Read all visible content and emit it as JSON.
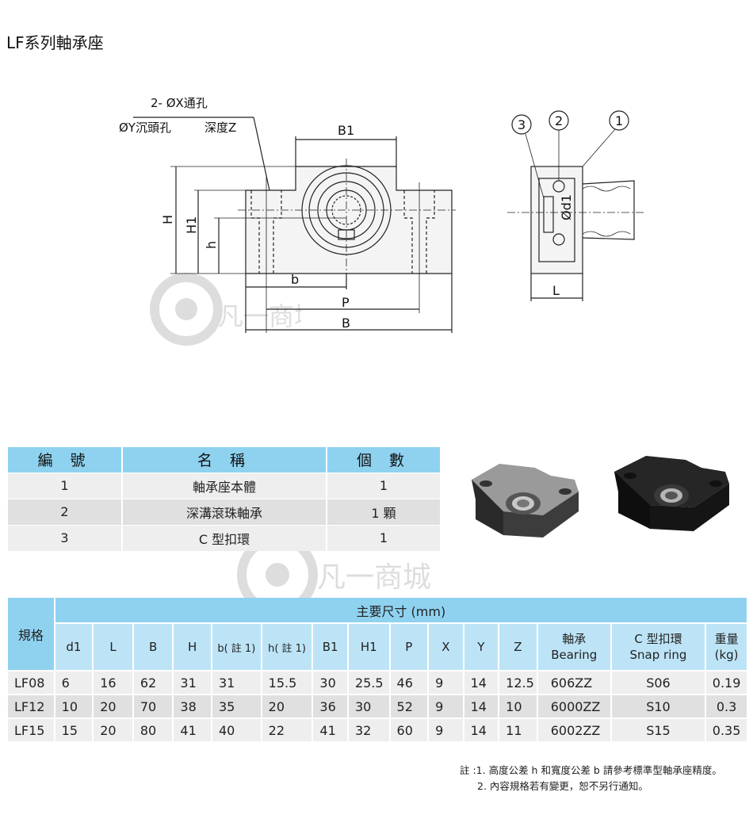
{
  "title": "LF系列軸承座",
  "drawing": {
    "note_line1": "2- ØX通孔",
    "note_line2a": "ØY沉頭孔",
    "note_line2b": "深度Z",
    "labels": {
      "B1": "B1",
      "H": "H",
      "H1": "H1",
      "h": "h",
      "b": "b",
      "P": "P",
      "B": "B",
      "d1": "Ød1",
      "L": "L",
      "c1": "1",
      "c2": "2",
      "c3": "3"
    }
  },
  "parts": {
    "headers": [
      "編 號",
      "名 稱",
      "個 數"
    ],
    "rows": [
      {
        "no": "1",
        "name": "軸承座本體",
        "qty": "1"
      },
      {
        "no": "2",
        "name": "深溝滾珠軸承",
        "qty": "1 顆"
      },
      {
        "no": "3",
        "name": "C 型扣環",
        "qty": "1"
      }
    ]
  },
  "dimensions": {
    "spec_header": "規格",
    "main_header": "主要尺寸 (mm)",
    "columns": [
      "d1",
      "L",
      "B",
      "H",
      "b( 註 1)",
      "h( 註 1)",
      "B1",
      "H1",
      "P",
      "X",
      "Y",
      "Z"
    ],
    "bearing_header_1": "軸承",
    "bearing_header_2": "Bearing",
    "snap_header_1": "C 型扣環",
    "snap_header_2": "Snap ring",
    "weight_header_1": "重量",
    "weight_header_2": "(kg)",
    "rows": [
      {
        "spec": "LF08",
        "d1": "6",
        "L": "16",
        "B": "62",
        "H": "31",
        "b": "31",
        "h": "15.5",
        "B1": "30",
        "H1": "25.5",
        "P": "46",
        "X": "9",
        "Y": "14",
        "Z": "12.5",
        "bearing": "606ZZ",
        "snap": "S06",
        "weight": "0.19"
      },
      {
        "spec": "LF12",
        "d1": "10",
        "L": "20",
        "B": "70",
        "H": "38",
        "b": "35",
        "h": "20",
        "B1": "36",
        "H1": "30",
        "P": "52",
        "X": "9",
        "Y": "14",
        "Z": "10",
        "bearing": "6000ZZ",
        "snap": "S10",
        "weight": "0.3"
      },
      {
        "spec": "LF15",
        "d1": "15",
        "L": "20",
        "B": "80",
        "H": "41",
        "b": "40",
        "h": "22",
        "B1": "41",
        "H1": "32",
        "P": "60",
        "X": "9",
        "Y": "14",
        "Z": "11",
        "bearing": "6002ZZ",
        "snap": "S15",
        "weight": "0.35"
      }
    ]
  },
  "footnotes": [
    "註 :1. 高度公差 h 和寬度公差 b 請參考標準型軸承座精度。",
    "2. 內容規格若有變更，恕不另行通知。"
  ],
  "watermark_text": "凡一商城"
}
